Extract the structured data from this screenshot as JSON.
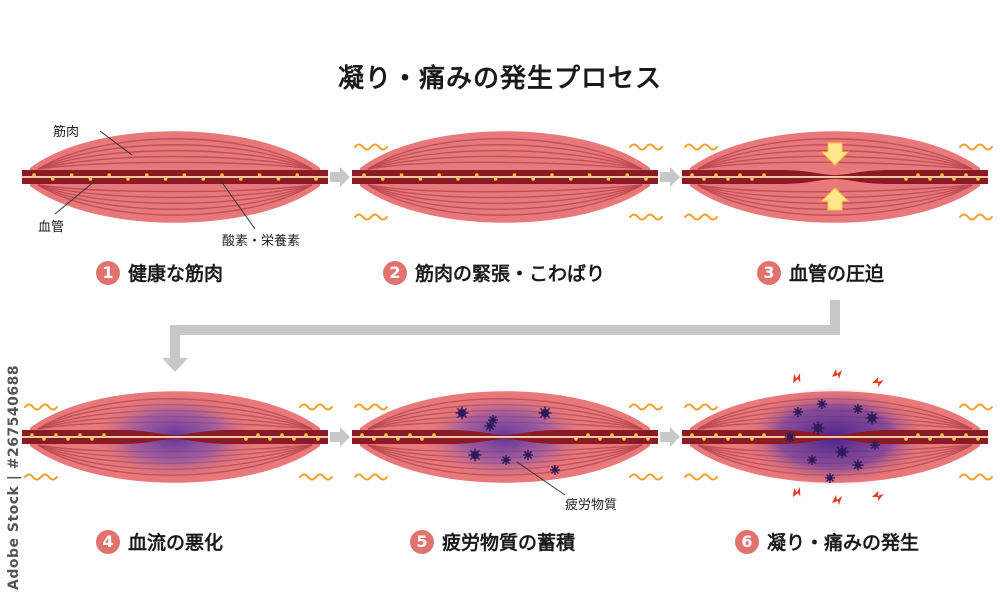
{
  "title": "凝り・痛みの発生プロセス",
  "panels": [
    {
      "num": "1",
      "label": "健康な筋肉"
    },
    {
      "num": "2",
      "label": "筋肉の緊張・こわばり"
    },
    {
      "num": "3",
      "label": "血管の圧迫"
    },
    {
      "num": "4",
      "label": "血流の悪化"
    },
    {
      "num": "5",
      "label": "疲労物質の蓄積"
    },
    {
      "num": "6",
      "label": "凝り・痛みの発生"
    }
  ],
  "annotations": {
    "muscle": "筋肉",
    "vessel": "血管",
    "nutrients": "酸素・栄養素",
    "fatigue": "疲労物質"
  },
  "watermark": "Adobe Stock | #267540688",
  "colors": {
    "muscle": "#e8787a",
    "muscle_line": "#b8454e",
    "vessel": "#8a1a24",
    "number_badge": "#e0736d",
    "arrow_gray": "#c8c8c8",
    "purple": "#6b3fa0",
    "pain_red": "#e53a1f",
    "squiggle": "#f0a030"
  },
  "icons": [
    "right-arrow-icon",
    "down-arrow-icon",
    "lightning-icon",
    "squiggle-icon",
    "fatigue-particle-icon"
  ]
}
